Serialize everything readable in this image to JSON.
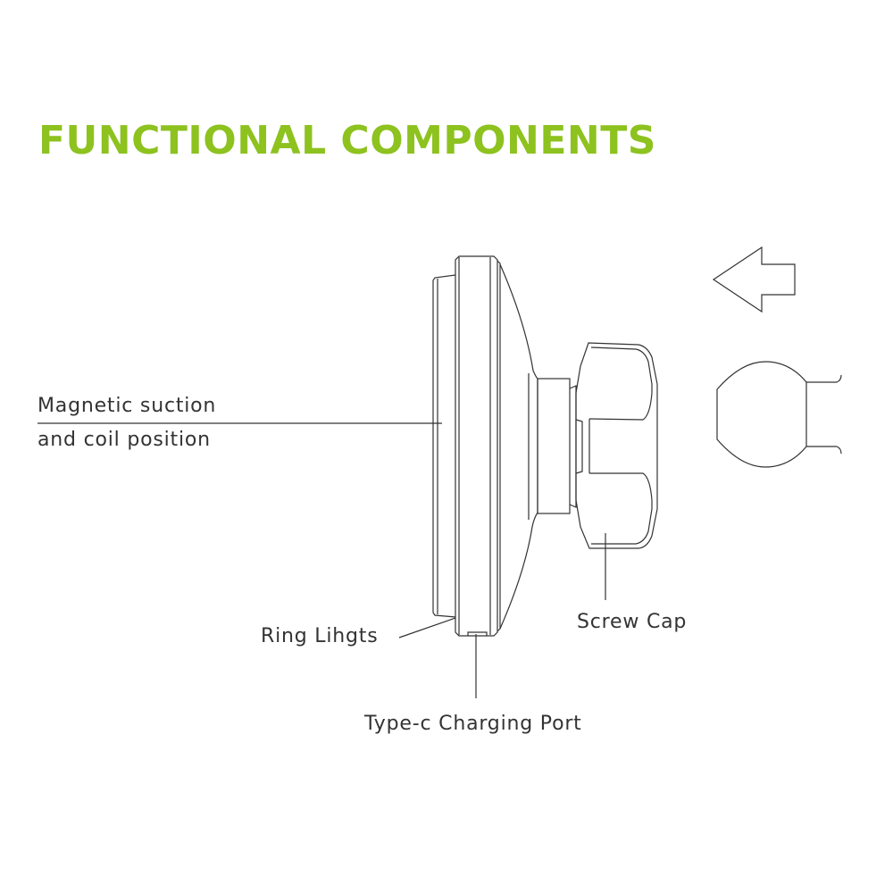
{
  "title": "FUNCTIONAL COMPONENTS",
  "labels": {
    "magnetic_line1": "Magnetic suction",
    "magnetic_line2": "and coil position",
    "ring_lights": "Ring Lihgts",
    "screw_cap": "Screw Cap",
    "charging_port": "Type-c Charging Port"
  },
  "colors": {
    "title": "#8dc21f",
    "line": "#333333"
  }
}
